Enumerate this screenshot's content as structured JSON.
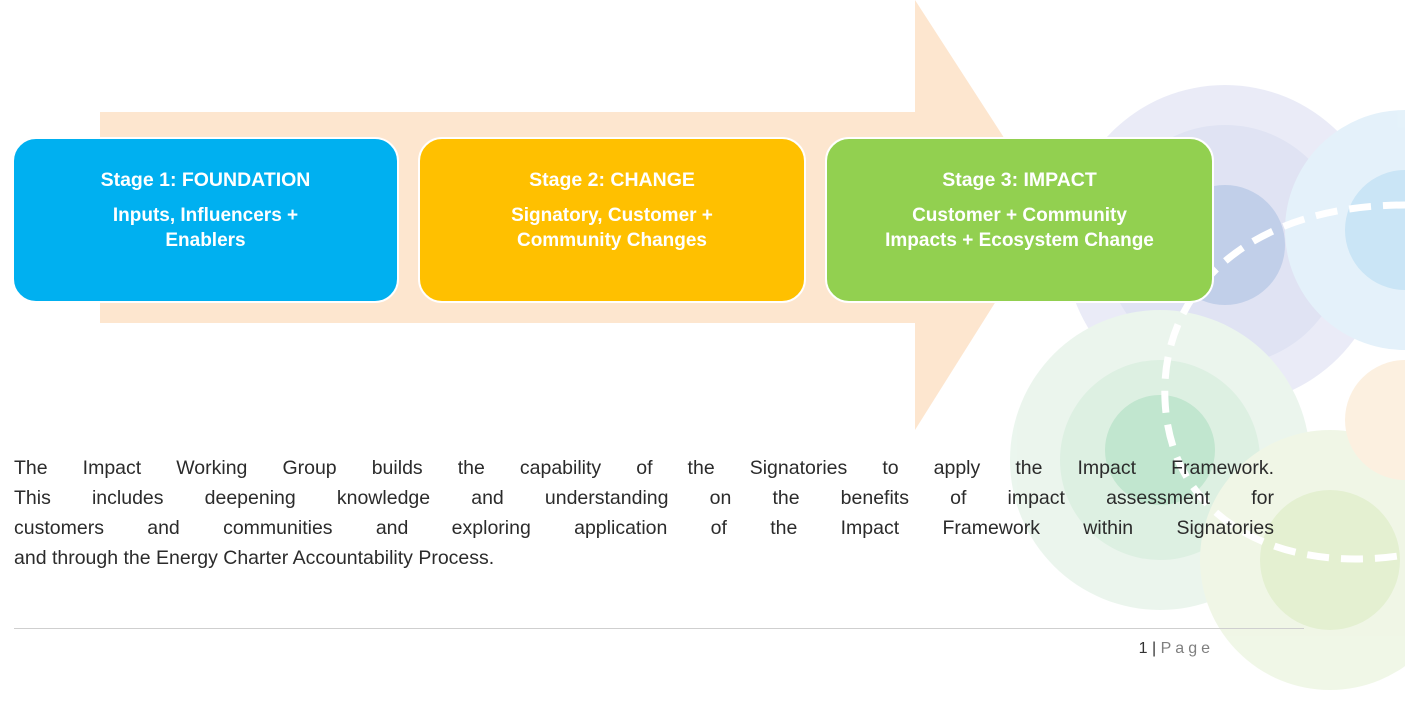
{
  "stages": [
    {
      "title": "Stage 1: FOUNDATION",
      "line1": "Inputs, Influencers +",
      "line2": "Enablers",
      "color": "#00b0f0"
    },
    {
      "title": "Stage 2: CHANGE",
      "line1": "Signatory, Customer +",
      "line2": "Community Changes",
      "color": "#ffc000"
    },
    {
      "title": "Stage 3: IMPACT",
      "line1": "Customer + Community",
      "line2": "Impacts + Ecosystem Change",
      "color": "#92d050"
    }
  ],
  "arrow_color": "#fde6cf",
  "paragraph": {
    "lines": [
      "The Impact Working Group builds the capability of the Signatories to apply the Impact Framework.",
      "This includes deepening knowledge and understanding on the benefits of impact assessment for",
      "customers and communities and exploring application of the Impact Framework within Signatories",
      "and through the Energy Charter Accountability Process."
    ]
  },
  "footer": {
    "page_number": "1",
    "separator": "|",
    "page_label": "Page"
  }
}
